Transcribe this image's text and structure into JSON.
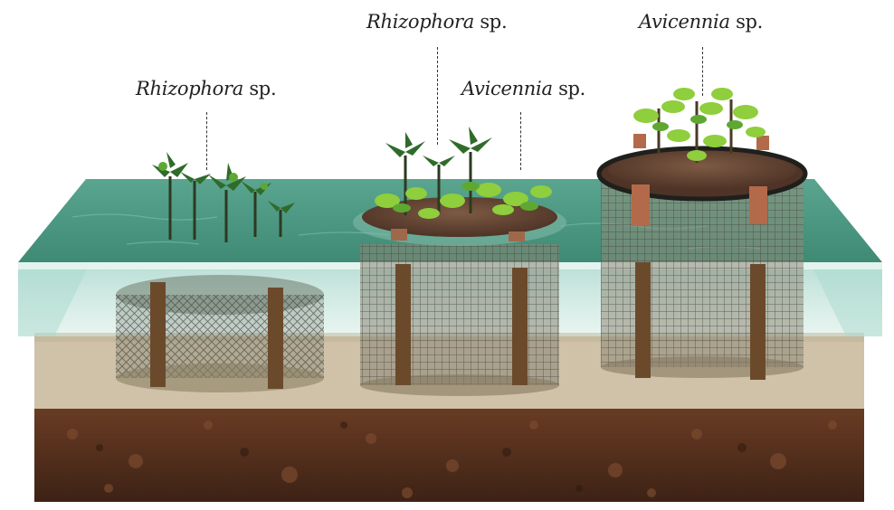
{
  "labels": [
    {
      "genus": "Rhizophora",
      "suffix": "sp."
    },
    {
      "genus": "Rhizophora",
      "suffix": "sp."
    },
    {
      "genus": "Avicennia",
      "suffix": "sp."
    },
    {
      "genus": "Avicennia",
      "suffix": "sp."
    }
  ],
  "colors": {
    "water_surface": "#4f9c86",
    "water_body": "#bfe0d8",
    "sand": "#cfc2a8",
    "soil": "#5a3320",
    "leaf_dark": "#2f6b2a",
    "leaf_light": "#8fce3c",
    "stake": "#6b4a2c",
    "mesh": "#3a3a34",
    "mound": "#6e4a36"
  },
  "icons": [
    "mangrove-seedling-icon",
    "gabion-cage-icon",
    "wooden-stake-icon"
  ]
}
